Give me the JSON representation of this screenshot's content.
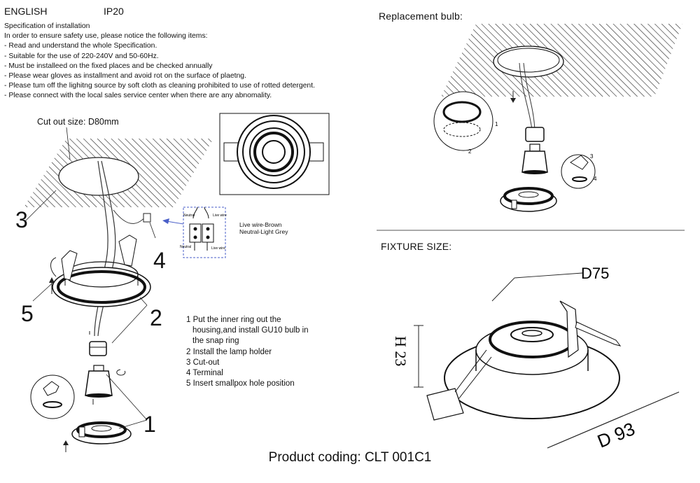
{
  "header": {
    "language": "ENGLISH",
    "rating": "IP20"
  },
  "specification": {
    "title": "Specification of installation",
    "lines": [
      "In order to ensure safety use, please notice the following items:",
      "- Read and understand the whole Specification.",
      "- Suitable for the use of 220-240V and 50-60Hz.",
      "- Must be installeed on the fixed places and be checked annually",
      "- Please wear gloves as installment and avoid rot on the surface of plaetng.",
      "- Please tum off the lighitng source by soft cloth as cleaning prohibited to use of rotted detergent.",
      "- Please connect with the local sales service center when there are any abnomality."
    ]
  },
  "installation": {
    "cutout_label": "Cut out size: D80mm",
    "callouts": [
      "1",
      "2",
      "3",
      "4",
      "5"
    ],
    "wiring": {
      "small_labels": [
        "Neutral",
        "Live wire",
        "Neutral",
        "Live wire"
      ],
      "legend_live": "Live wire-Brown",
      "legend_neutral": "Neutral-Light Grey"
    },
    "steps": [
      "1 Put the inner ring out the",
      "housing,and install GU10 bulb in",
      "the snap ring",
      "2 Install the lamp holder",
      "3 Cut-out",
      "4 Terminal",
      "5 Insert smallpox hole position"
    ]
  },
  "replacement": {
    "title": "Replacement bulb:",
    "step_numbers": [
      "1",
      "2",
      "3",
      "4"
    ]
  },
  "fixture_size": {
    "title": "FIXTURE SIZE:",
    "diameter_top": "D75",
    "height": "H 23",
    "diameter_outer": "D 93"
  },
  "footer": {
    "product_coding": "Product coding: CLT 001C1"
  }
}
